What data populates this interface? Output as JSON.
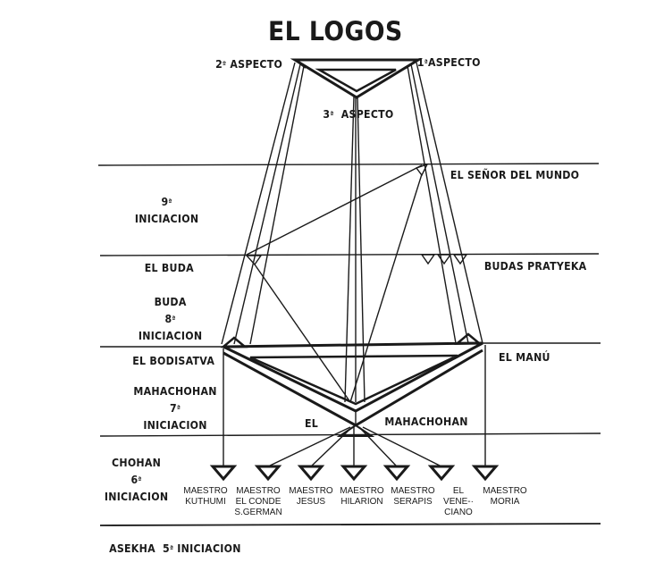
{
  "title": "EL LOGOS",
  "aspects": {
    "second": {
      "num": "2",
      "ord": "º",
      "label": "ASPECTO"
    },
    "first": {
      "num": "1",
      "ord": "ª",
      "label": "ASPECTO"
    },
    "third": {
      "num": "3",
      "ord": "ª",
      "label": "ASPECTO"
    }
  },
  "right_labels": {
    "senor": "EL SEÑOR DEL MUNDO",
    "pratyeka": "BUDAS PRATYEKA",
    "manu": "EL MANÚ",
    "mahachohan_el": "EL",
    "mahachohan": "MAHACHOHAN"
  },
  "left_labels": {
    "ninth": {
      "num": "9",
      "ord": "ª",
      "label": "INICIACION"
    },
    "buda": "EL BUDA",
    "eighth": {
      "title": "BUDA",
      "num": "8",
      "ord": "ª",
      "label": "INICIACION"
    },
    "bodisatva": "EL BODISATVA",
    "seventh": {
      "title": "MAHACHOHAN",
      "num": "7",
      "ord": "ª",
      "label": "INICIACION"
    },
    "sixth": {
      "title": "CHOHAN",
      "num": "6",
      "ord": "ª",
      "label": "INICIACION"
    },
    "fifth": {
      "title": "ASEKHA",
      "num": "5",
      "ord": "ª",
      "label": "INICIACION"
    }
  },
  "masters": [
    {
      "line1": "MAESTRO",
      "line2": "KUTHUMI",
      "line3": ""
    },
    {
      "line1": "MAESTRO",
      "line2": "EL CONDE",
      "line3": "S.GERMAN"
    },
    {
      "line1": "MAESTRO",
      "line2": "JESUS",
      "line3": ""
    },
    {
      "line1": "MAESTRO",
      "line2": "HILARION",
      "line3": ""
    },
    {
      "line1": "MAESTRO",
      "line2": "SERAPIS",
      "line3": ""
    },
    {
      "line1": "EL",
      "line2": "VENE-·",
      "line3": "CIANO"
    },
    {
      "line1": "MAESTRO",
      "line2": "MORIA",
      "line3": ""
    }
  ]
}
